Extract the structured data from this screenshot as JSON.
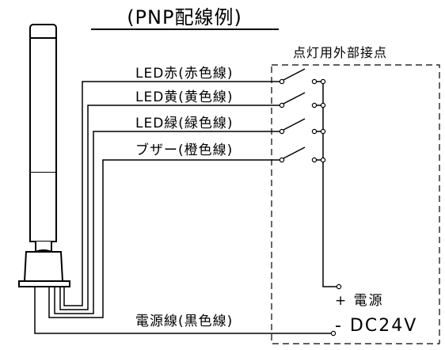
{
  "title": "(PNP配線例)",
  "contact_box_label": "点灯用外部接点",
  "wires": [
    {
      "label": "LED赤(赤色線)"
    },
    {
      "label": "LED黄(黄色線)"
    },
    {
      "label": "LED緑(緑色線)"
    },
    {
      "label": "ブザー(橙色線)"
    }
  ],
  "power_wire_label": "電源線(黒色線)",
  "power_plus_label": "+ 電源",
  "power_minus_label": "- DC24V"
}
